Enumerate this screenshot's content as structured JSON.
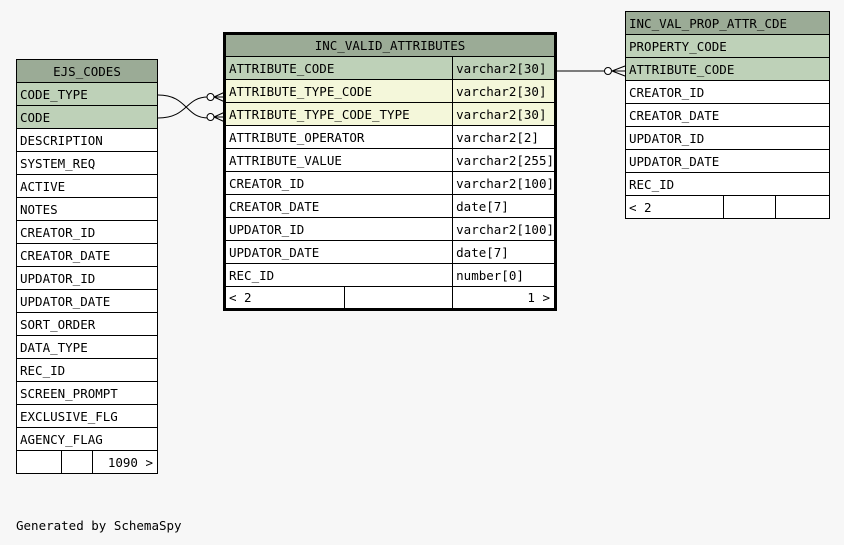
{
  "tables": {
    "ejs_codes": {
      "name": "EJS_CODES",
      "columns": [
        {
          "name": "CODE_TYPE"
        },
        {
          "name": "CODE"
        },
        {
          "name": "DESCRIPTION"
        },
        {
          "name": "SYSTEM_REQ"
        },
        {
          "name": "ACTIVE"
        },
        {
          "name": "NOTES"
        },
        {
          "name": "CREATOR_ID"
        },
        {
          "name": "CREATOR_DATE"
        },
        {
          "name": "UPDATOR_ID"
        },
        {
          "name": "UPDATOR_DATE"
        },
        {
          "name": "SORT_ORDER"
        },
        {
          "name": "DATA_TYPE"
        },
        {
          "name": "REC_ID"
        },
        {
          "name": "SCREEN_PROMPT"
        },
        {
          "name": "EXCLUSIVE_FLG"
        },
        {
          "name": "AGENCY_FLAG"
        }
      ],
      "footer": {
        "left": "",
        "middle": "",
        "right": "1090 >"
      }
    },
    "inc_valid_attributes": {
      "name": "INC_VALID_ATTRIBUTES",
      "columns": [
        {
          "name": "ATTRIBUTE_CODE",
          "type": "varchar2[30]"
        },
        {
          "name": "ATTRIBUTE_TYPE_CODE",
          "type": "varchar2[30]"
        },
        {
          "name": "ATTRIBUTE_TYPE_CODE_TYPE",
          "type": "varchar2[30]"
        },
        {
          "name": "ATTRIBUTE_OPERATOR",
          "type": "varchar2[2]"
        },
        {
          "name": "ATTRIBUTE_VALUE",
          "type": "varchar2[255]"
        },
        {
          "name": "CREATOR_ID",
          "type": "varchar2[100]"
        },
        {
          "name": "CREATOR_DATE",
          "type": "date[7]"
        },
        {
          "name": "UPDATOR_ID",
          "type": "varchar2[100]"
        },
        {
          "name": "UPDATOR_DATE",
          "type": "date[7]"
        },
        {
          "name": "REC_ID",
          "type": "number[0]"
        }
      ],
      "footer": {
        "left": "< 2",
        "middle": "",
        "right": "1 >"
      }
    },
    "inc_val_prop_attr_cde": {
      "name": "INC_VAL_PROP_ATTR_CDE",
      "columns": [
        {
          "name": "PROPERTY_CODE"
        },
        {
          "name": "ATTRIBUTE_CODE"
        },
        {
          "name": "CREATOR_ID"
        },
        {
          "name": "CREATOR_DATE"
        },
        {
          "name": "UPDATOR_ID"
        },
        {
          "name": "UPDATOR_DATE"
        },
        {
          "name": "REC_ID"
        }
      ],
      "footer": {
        "left": "< 2",
        "middle": "",
        "right": ""
      }
    }
  },
  "footer_text": "Generated by SchemaSpy",
  "colors": {
    "header": "#9bab96",
    "primary_key": "#bed1b8",
    "foreign_key": "#f4f7da",
    "background": "#f7f7f7",
    "line": "#000000"
  }
}
